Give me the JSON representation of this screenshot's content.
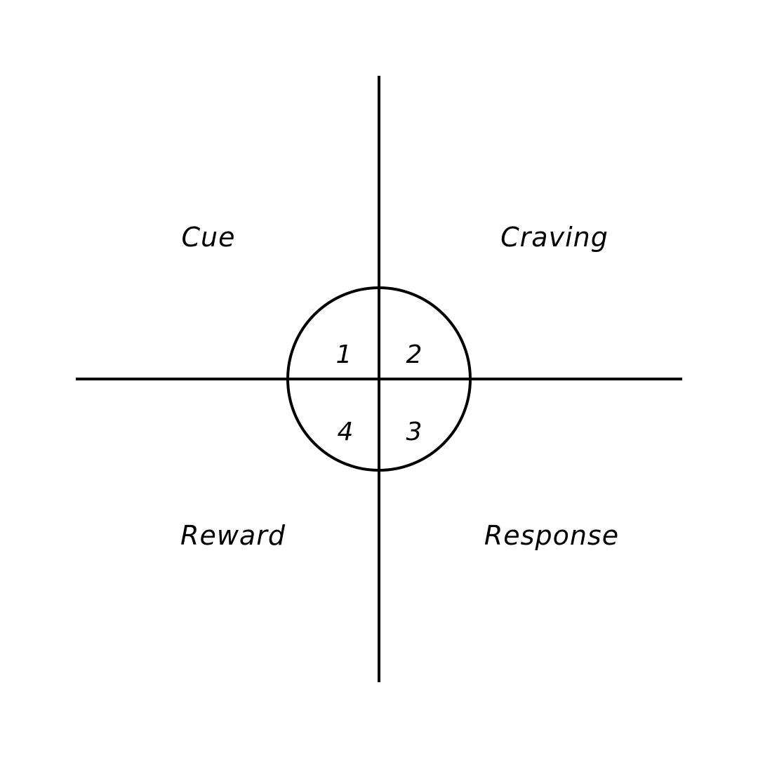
{
  "colors": {
    "background": "#ffffff",
    "ink": "#000000"
  },
  "quadrants": {
    "top_left": {
      "label": "Cue",
      "number": "1"
    },
    "top_right": {
      "label": "Craving",
      "number": "2"
    },
    "bottom_right": {
      "label": "Response",
      "number": "3"
    },
    "bottom_left": {
      "label": "Reward",
      "number": "4"
    }
  }
}
